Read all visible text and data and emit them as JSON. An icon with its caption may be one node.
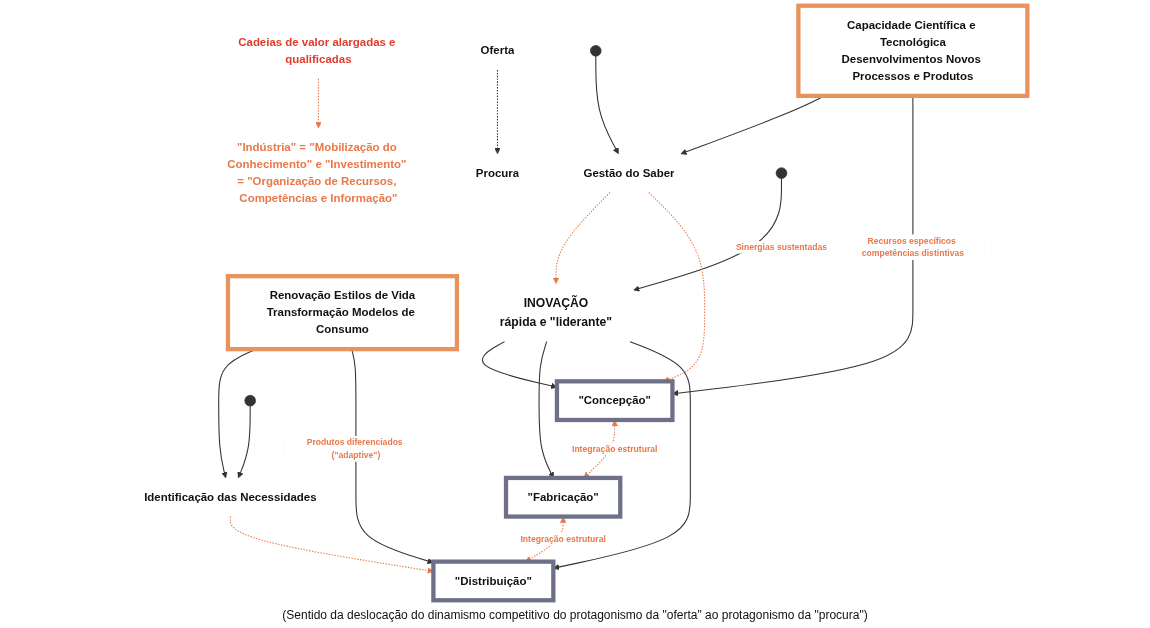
{
  "diagram": {
    "caption": "(Sentido da deslocação do dinamismo competitivo do protagonismo da \"oferta\" ao protagonismo da \"procura\")",
    "nodes": [
      {
        "text": [
          "Gestão do Saber"
        ]
      },
      {
        "text": [
          "INOVAÇÃO",
          "rápida e \"liderante\""
        ]
      },
      {
        "text": [
          "Identificação das Necessidades"
        ]
      },
      {
        "text": [
          "Capacidade Científica e Tecnológica",
          "Desenvolvimentos Novos Processos e Produtos"
        ]
      },
      {
        "text": [
          "Renovação Estilos de Vida",
          "Transformação Modelos de Consumo"
        ]
      },
      {
        "text": [
          "\"Concepção\""
        ]
      },
      {
        "text": [
          "\"Fabricação\""
        ]
      },
      {
        "text": [
          "\"Distribuição\""
        ]
      },
      {
        "text": [
          "Cadeias de valor alargadas e qualificadas"
        ]
      },
      {
        "text": [
          "\"Indústria\" = \"Mobilização do Conhecimento\" e \"Investimento\" = \"Organização de Recursos, Competências e Informação\""
        ]
      },
      {
        "text": [
          "Oferta"
        ]
      },
      {
        "text": [
          "Procura"
        ]
      }
    ],
    "edges": [
      {
        "from": null,
        "to": 0,
        "arrow": "to"
      },
      {
        "from": null,
        "to": 1,
        "arrow": "to",
        "label": "Sinergias sustentadas"
      },
      {
        "from": null,
        "to": 2,
        "arrow": "to"
      },
      {
        "from": 3,
        "to": 0,
        "arrow": "to"
      },
      {
        "from": 4,
        "to": 2,
        "arrow": "to"
      },
      {
        "from": 0,
        "to": 1,
        "arrow": "to",
        "style": "dashed",
        "color": "#e8794a"
      },
      {
        "from": 0,
        "to": 5,
        "arrow": "to",
        "style": "dashed",
        "color": "#e8794a"
      },
      {
        "from": 2,
        "to": 7,
        "arrow": "to",
        "style": "dashed",
        "color": "#e8794a"
      },
      {
        "from": 1,
        "to": 5,
        "arrow": "to"
      },
      {
        "from": 1,
        "to": 6,
        "arrow": "to"
      },
      {
        "from": 1,
        "to": 7,
        "arrow": "to"
      },
      {
        "from": 3,
        "to": 5,
        "arrow": "to",
        "label": "Recursos específicos competências distintivas"
      },
      {
        "from": 4,
        "to": 7,
        "arrow": "to",
        "label": "Produtos diferenciados (\"adaptive\")"
      },
      {
        "from": 5,
        "to": 6,
        "arrow": "both",
        "style": "dashed",
        "color": "#e8794a",
        "label": "Integração estrutural"
      },
      {
        "from": 6,
        "to": 7,
        "arrow": "both",
        "style": "dashed",
        "color": "#e8794a",
        "label": "Integração estrutural"
      },
      {
        "from": 8,
        "to": 9,
        "arrow": "to",
        "style": "dashed",
        "color": "#e8794a"
      },
      {
        "from": 10,
        "to": 11,
        "arrow": "to",
        "style": "dashed"
      }
    ]
  }
}
